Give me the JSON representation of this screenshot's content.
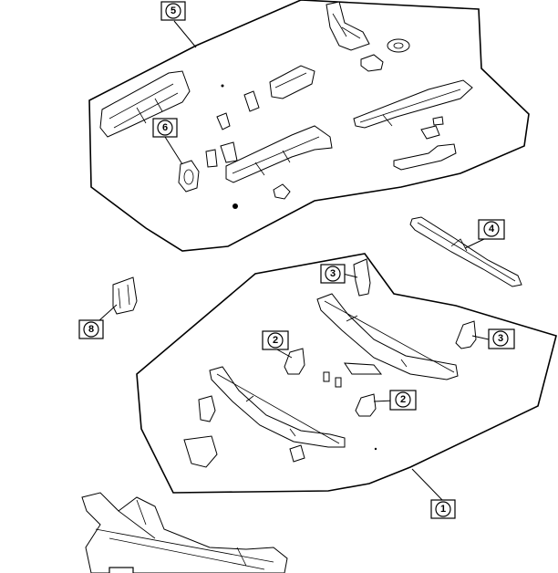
{
  "callouts": [
    {
      "id": "c5",
      "label": "5"
    },
    {
      "id": "c6",
      "label": "6"
    },
    {
      "id": "c4",
      "label": "4"
    },
    {
      "id": "c3a",
      "label": "3"
    },
    {
      "id": "c3b",
      "label": "3"
    },
    {
      "id": "c2a",
      "label": "2"
    },
    {
      "id": "c2b",
      "label": "2"
    },
    {
      "id": "c8",
      "label": "8"
    },
    {
      "id": "c1",
      "label": "1"
    },
    {
      "id": "c7",
      "label": ""
    }
  ]
}
